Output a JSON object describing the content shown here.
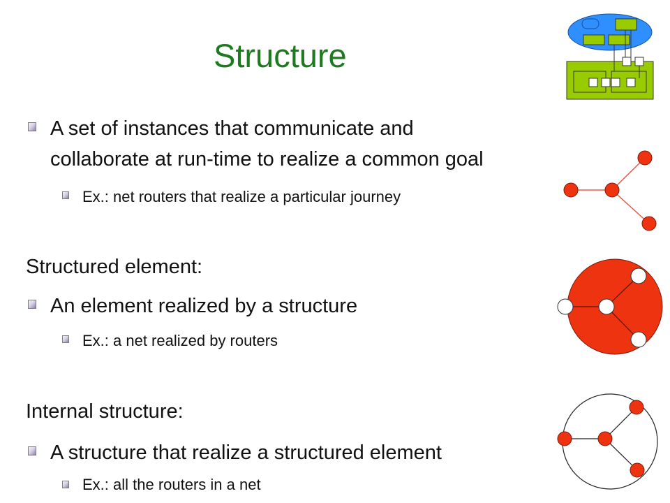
{
  "slide": {
    "title": "Structure",
    "bullets": [
      {
        "level": 1,
        "lines": [
          {
            "text": "A set of instances that communicate and"
          },
          {
            "prefix": "collaborate at run-time to realize a ",
            "bold": "common goal",
            "suffix": ""
          }
        ]
      },
      {
        "level": 2,
        "text": "Ex.: net routers that realize a particular journey"
      },
      {
        "level": 0,
        "text": "Structured element:"
      },
      {
        "level": 1,
        "prefix": "An ",
        "bold": "element realized",
        "suffix": " by a structure"
      },
      {
        "level": 2,
        "text": "Ex.: a net realized by routers"
      },
      {
        "level": 0,
        "text": "Internal structure:"
      },
      {
        "level": 1,
        "prefix": "A structure that ",
        "bold": "realize",
        "suffix": " a structured element"
      },
      {
        "level": 2,
        "text": "Ex.: all the routers in a net"
      }
    ]
  },
  "colors": {
    "title": "#1f7a1f",
    "node_fill": "#ee3311",
    "node_stroke": "#7a1a08",
    "edge": "#e8584a",
    "green_box": "#99cc00",
    "blue_ellipse": "#2f8fff"
  }
}
